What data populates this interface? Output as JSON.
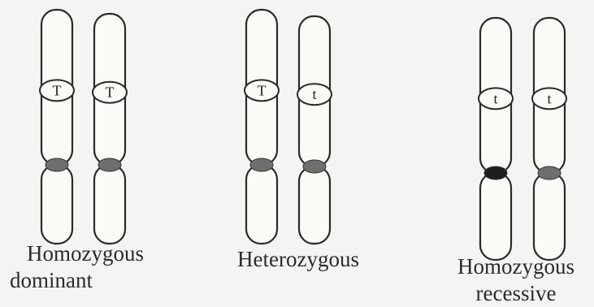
{
  "groups": [
    {
      "label_line1": "Homozygous",
      "label_line2": "dominant",
      "chromosomes": [
        {
          "allele": "T",
          "centromere_color": "#6e6e6e"
        },
        {
          "allele": "T",
          "centromere_color": "#6e6e6e"
        }
      ]
    },
    {
      "label_line1": "Heterozygous",
      "label_line2": "",
      "chromosomes": [
        {
          "allele": "T",
          "centromere_color": "#6e6e6e"
        },
        {
          "allele": "t",
          "centromere_color": "#6e6e6e"
        }
      ]
    },
    {
      "label_line1": "Homozygous",
      "label_line2": "recessive",
      "chromosomes": [
        {
          "allele": "t",
          "centromere_color": "#1e1e1e"
        },
        {
          "allele": "t",
          "centromere_color": "#6e6e6e"
        }
      ]
    }
  ]
}
